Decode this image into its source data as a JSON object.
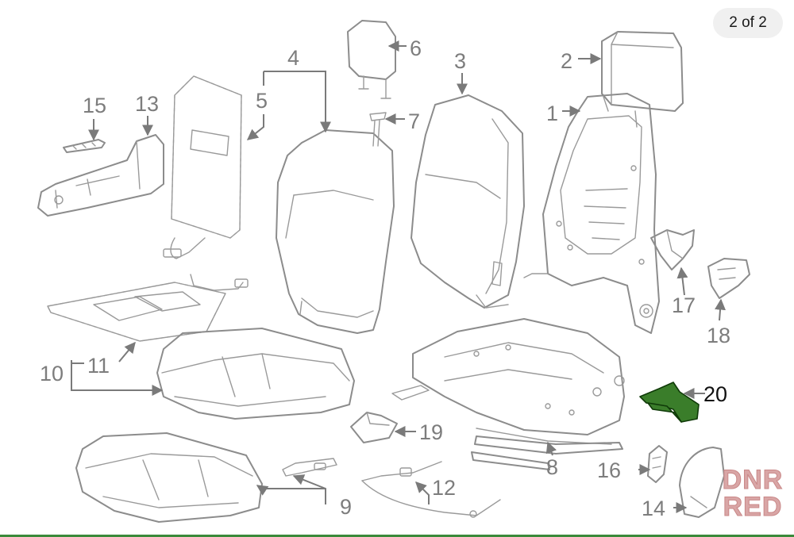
{
  "pager": {
    "label": "2 of 2"
  },
  "watermark": {
    "line1": "DNR",
    "line2": "RED"
  },
  "colors": {
    "line": "#8c8c8c",
    "highlight": "#3a7d2a",
    "label": "#7d7d7d"
  },
  "callouts": {
    "c1": "1",
    "c2": "2",
    "c3": "3",
    "c4": "4",
    "c5": "5",
    "c6": "6",
    "c7": "7",
    "c8": "8",
    "c9": "9",
    "c10": "10",
    "c11": "11",
    "c12": "12",
    "c13": "13",
    "c14": "14",
    "c15": "15",
    "c16": "16",
    "c17": "17",
    "c18": "18",
    "c19": "19",
    "c20": "20"
  }
}
